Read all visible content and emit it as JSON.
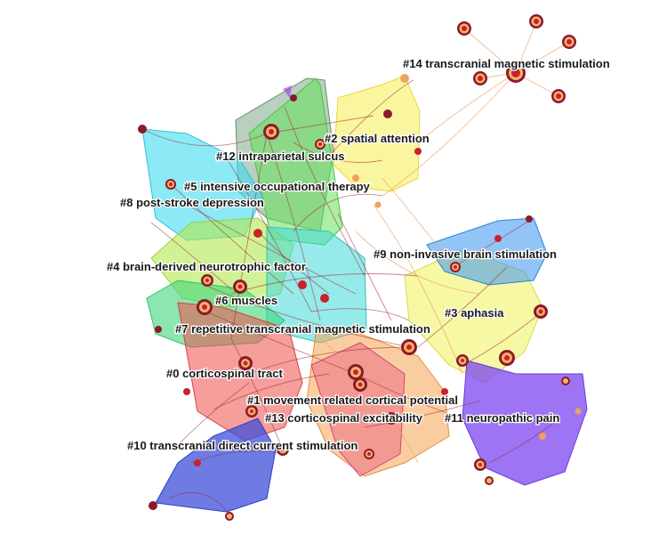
{
  "diagram": {
    "type": "cluster-network",
    "clusters": [
      {
        "id": 0,
        "label": "#0 corticospinal tract",
        "color": "#e8504f"
      },
      {
        "id": 1,
        "label": "#1 movement related cortical potential",
        "color": "#ec5a6e"
      },
      {
        "id": 2,
        "label": "#2 spatial attention",
        "color": "#f5e64a"
      },
      {
        "id": 3,
        "label": "#3 aphasia",
        "color": "#eef25a"
      },
      {
        "id": 4,
        "label": "#4 brain-derived neurotrophic factor",
        "color": "#a7e84d"
      },
      {
        "id": 5,
        "label": "#5 intensive occupational therapy",
        "color": "#5fe05a"
      },
      {
        "id": 6,
        "label": "#6 muscles",
        "color": "#3fd877"
      },
      {
        "id": 7,
        "label": "#7 repetitive transcranial magnetic stimulation",
        "color": "#39d6c6"
      },
      {
        "id": 8,
        "label": "#8 post-stroke depression",
        "color": "#3fd3e6"
      },
      {
        "id": 9,
        "label": "#9 non-invasive brain stimulation",
        "color": "#3a8ff0"
      },
      {
        "id": 10,
        "label": "#10 transcranial direct current stimulation",
        "color": "#3b48d6"
      },
      {
        "id": 11,
        "label": "#11 neuropathic pain",
        "color": "#7a3ff0"
      },
      {
        "id": 12,
        "label": "#12 intraparietal sulcus",
        "color": "#6b7a5a"
      },
      {
        "id": 13,
        "label": "#13 corticospinal excitability",
        "color": "#f5a253"
      },
      {
        "id": 14,
        "label": "#14 transcranial magnetic stimulation",
        "color": "#9b1b2a"
      }
    ],
    "node_colors": {
      "ring_outer": "#8b1a2b",
      "ring_inner": "#f4b26a",
      "ring_core": "#c8202c",
      "link": "#a3222f",
      "link_light": "#f0a060"
    }
  }
}
